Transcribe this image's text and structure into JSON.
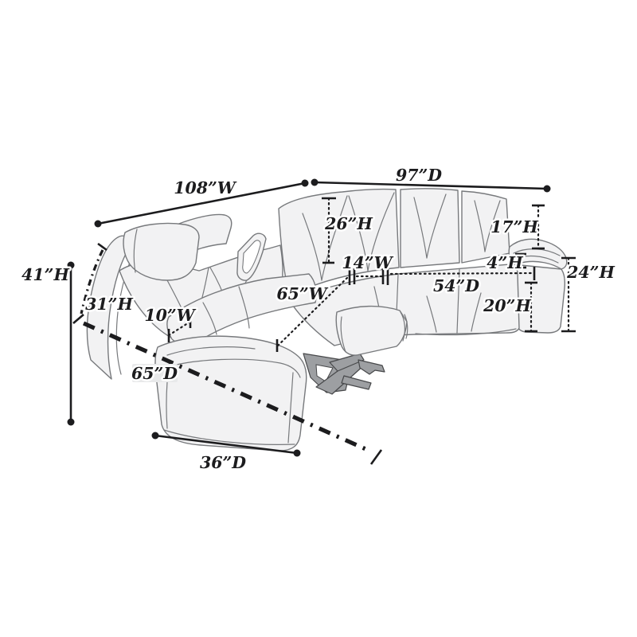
{
  "colors": {
    "dimension": "#1c1c1e",
    "sofa_line": "#77797c",
    "sofa_fill": "#f2f2f3",
    "mechanism": "#9d9fa2",
    "background": "#ffffff"
  },
  "labels": {
    "w108": "108”W",
    "d97": "97”D",
    "h41": "41”H",
    "h31": "31”H",
    "w10": "10”W",
    "d65": "65”D",
    "w65": "65”W",
    "h26": "26”H",
    "w14": "14”W",
    "d54": "54”D",
    "h17": "17”H",
    "h4": "4”H",
    "h24": "24”H",
    "h20": "20”H",
    "d36": "36”D"
  }
}
